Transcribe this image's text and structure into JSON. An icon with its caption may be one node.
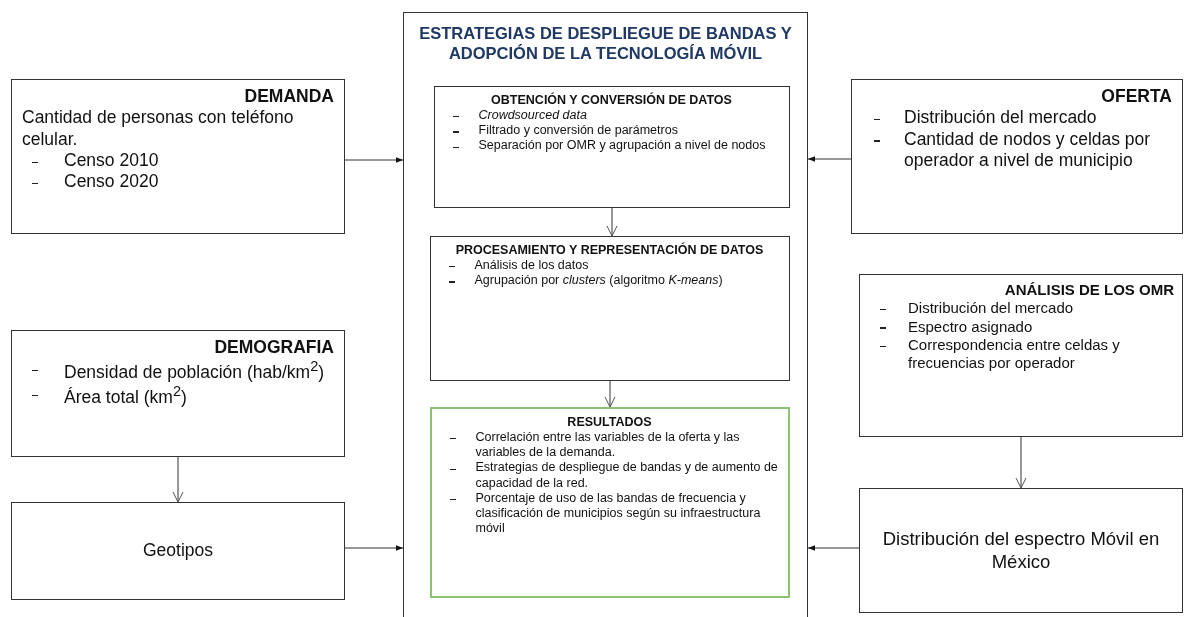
{
  "diagram": {
    "nodes": [
      {
        "text": [
          "ESTRATEGIAS DE DESPLIEGUE DE BANDAS Y ADOPCIÓN DE LA TECNOLOGÍA MÓVIL"
        ]
      },
      {
        "text": [
          "OBTENCIÓN Y CONVERSIÓN DE DATOS",
          "Crowdsourced data",
          "Filtrado y conversión de parámetros",
          "Separación por OMR y agrupación a nivel de nodos"
        ],
        "in": 0
      },
      {
        "text": [
          "PROCESAMIENTO Y REPRESENTACIÓN DE DATOS",
          "Análisis de los datos",
          "Agrupación por *clusters* (algoritmo *K-means*)"
        ],
        "in": 0
      },
      {
        "text": [
          "RESULTADOS",
          "Correlación entre las variables de la oferta y las variables de la demanda.",
          "Estrategias de despliegue de bandas y de aumento de capacidad de la red.",
          "Porcentaje de uso de las bandas de frecuencia y clasificación de municipios según su infraestructura móvil"
        ],
        "in": 0
      },
      {
        "text": [
          "DEMANDA",
          "Cantidad de personas con teléfono celular.",
          "Censo 2010",
          "Censo 2020"
        ]
      },
      {
        "text": [
          "DEMOGRAFIA",
          "Densidad de población (hab/km$^{2}$)",
          "Área total (km$^{2}$)"
        ]
      },
      {
        "text": [
          "Geotipos"
        ]
      },
      {
        "text": [
          "OFERTA",
          "Distribución del mercado",
          "Cantidad de nodos y celdas por operador a nivel de municipio"
        ]
      },
      {
        "text": [
          "ANÁLISIS DE LOS OMR",
          "Distribución del mercado",
          "Espectro asignado",
          "Correspondencia entre celdas y frecuencias por operador"
        ]
      },
      {
        "text": [
          "Distribución del espectro Móvil en México"
        ]
      }
    ],
    "edges": [
      {
        "from": 1,
        "to": 2,
        "arrow": "to"
      },
      {
        "from": 2,
        "to": 3,
        "arrow": "to"
      },
      {
        "from": 4,
        "to": 0,
        "arrow": "to"
      },
      {
        "from": 5,
        "to": 6,
        "arrow": "to"
      },
      {
        "from": 6,
        "to": 0,
        "arrow": "to"
      },
      {
        "from": 7,
        "to": 0,
        "arrow": "to"
      },
      {
        "from": 8,
        "to": 9,
        "arrow": "to"
      },
      {
        "from": 9,
        "to": 0,
        "arrow": "to"
      }
    ]
  }
}
